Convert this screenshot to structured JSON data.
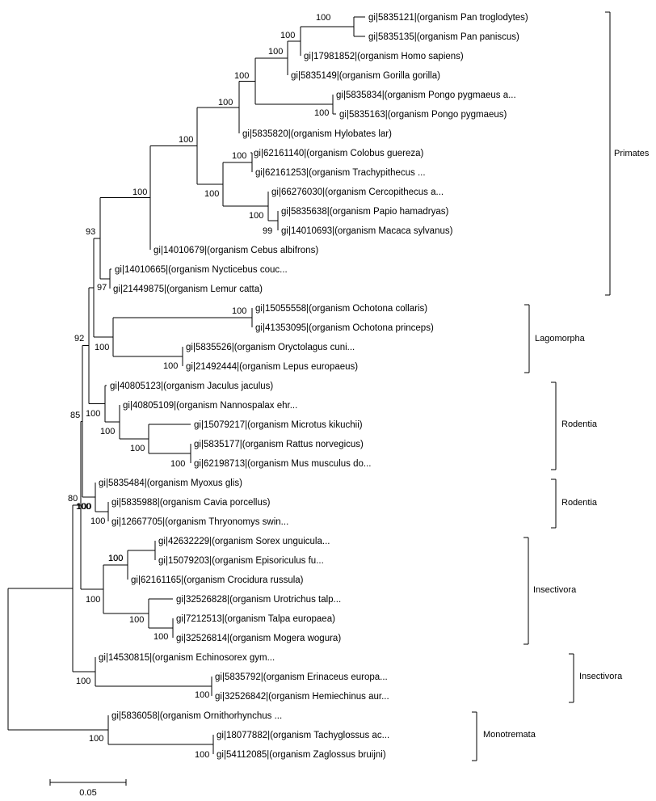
{
  "leaves": [
    {
      "id": "L0",
      "label": "gi|5835121|(organism Pan troglodytes)"
    },
    {
      "id": "L1",
      "label": "gi|5835135|(organism Pan paniscus)"
    },
    {
      "id": "L2",
      "label": "gi|17981852|(organism Homo sapiens)"
    },
    {
      "id": "L3",
      "label": "gi|5835149|(organism Gorilla gorilla)"
    },
    {
      "id": "L4",
      "label": "gi|5835834|(organism Pongo pygmaeus a..."
    },
    {
      "id": "L5",
      "label": "gi|5835163|(organism Pongo pygmaeus)"
    },
    {
      "id": "L6",
      "label": "gi|5835820|(organism Hylobates lar)"
    },
    {
      "id": "L7",
      "label": "gi|62161140|(organism Colobus guereza)"
    },
    {
      "id": "L8",
      "label": "gi|62161253|(organism Trachypithecus ..."
    },
    {
      "id": "L9",
      "label": "gi|66276030|(organism Cercopithecus a..."
    },
    {
      "id": "L10",
      "label": "gi|5835638|(organism Papio hamadryas)"
    },
    {
      "id": "L11",
      "label": "gi|14010693|(organism Macaca sylvanus)"
    },
    {
      "id": "L12",
      "label": "gi|14010679|(organism Cebus albifrons)"
    },
    {
      "id": "L13",
      "label": "gi|14010665|(organism Nycticebus couc..."
    },
    {
      "id": "L14",
      "label": "gi|21449875|(organism Lemur catta)"
    },
    {
      "id": "L15",
      "label": "gi|15055558|(organism Ochotona collaris)"
    },
    {
      "id": "L16",
      "label": "gi|41353095|(organism Ochotona princeps)"
    },
    {
      "id": "L17",
      "label": "gi|5835526|(organism Oryctolagus cuni..."
    },
    {
      "id": "L18",
      "label": "gi|21492444|(organism Lepus europaeus)"
    },
    {
      "id": "L19",
      "label": "gi|40805123|(organism Jaculus jaculus)"
    },
    {
      "id": "L20",
      "label": "gi|40805109|(organism Nannospalax ehr..."
    },
    {
      "id": "L21",
      "label": "gi|15079217|(organism Microtus kikuchii)"
    },
    {
      "id": "L22",
      "label": "gi|5835177|(organism Rattus norvegicus)"
    },
    {
      "id": "L23",
      "label": "gi|62198713|(organism Mus musculus do..."
    },
    {
      "id": "L24",
      "label": "gi|5835484|(organism Myoxus glis)"
    },
    {
      "id": "L25",
      "label": "gi|5835988|(organism Cavia porcellus)"
    },
    {
      "id": "L26",
      "label": "gi|12667705|(organism Thryonomys swin..."
    },
    {
      "id": "L27",
      "label": "gi|42632229|(organism Sorex unguicula..."
    },
    {
      "id": "L28",
      "label": "gi|15079203|(organism Episoriculus fu..."
    },
    {
      "id": "L29",
      "label": "gi|62161165|(organism Crocidura russula)"
    },
    {
      "id": "L30",
      "label": "gi|32526828|(organism Urotrichus talp..."
    },
    {
      "id": "L31",
      "label": "gi|7212513|(organism Talpa europaea)"
    },
    {
      "id": "L32",
      "label": "gi|32526814|(organism Mogera wogura)"
    },
    {
      "id": "L33",
      "label": "gi|14530815|(organism Echinosorex gym..."
    },
    {
      "id": "L34",
      "label": "gi|5835792|(organism Erinaceus europa..."
    },
    {
      "id": "L35",
      "label": "gi|32526842|(organism Hemiechinus aur..."
    },
    {
      "id": "L36",
      "label": "gi|5836058|(organism Ornithorhynchus ..."
    },
    {
      "id": "L37",
      "label": "gi|18077882|(organism Tachyglossus ac..."
    },
    {
      "id": "L38",
      "label": "gi|54112085|(organism Zaglossus bruijni)"
    }
  ],
  "bootstrap": {
    "chimp_bonobo": "100",
    "homininae": "100",
    "hominidae_core": "100",
    "pongo": "100",
    "great_apes": "100",
    "hominoidea": "100",
    "colobinae": "100",
    "papio_macaca": "99",
    "cercopithecinae": "100",
    "cercopithecidae": "100",
    "catarrhini": "100",
    "anthropoidea": "100",
    "strepsirrhini": "97",
    "primates": "93",
    "ochotona": "100",
    "leporidae": "100",
    "lagomorpha": "100",
    "glires": "92",
    "murinae": "100",
    "muroidea": "100",
    "myomorpha": "100",
    "rodentia1": "100",
    "cavia_thryonomys": "100",
    "rodentia2": "100",
    "rodent_clade": "85",
    "soricidae": "100",
    "soricidae_all": "100",
    "talpa_mogera": "100",
    "talpidae": "100",
    "insectivora1": "100",
    "hemiechinus_erinaceus": "100",
    "erinaceidae": "100",
    "eutheria": "80",
    "insectivora_group": "100",
    "zaglossus_tachyglossus": "100",
    "monotremata": "100"
  },
  "groups": [
    {
      "id": "primates",
      "label": "Primates"
    },
    {
      "id": "lagomorpha",
      "label": "Lagomorpha"
    },
    {
      "id": "rodentia_a",
      "label": "Rodentia"
    },
    {
      "id": "rodentia_b",
      "label": "Rodentia"
    },
    {
      "id": "insectivora_a",
      "label": "Insectivora"
    },
    {
      "id": "insectivora_b",
      "label": "Insectivora"
    },
    {
      "id": "monotremata",
      "label": "Monotremata"
    }
  ],
  "scale_bar": {
    "label": "0.05",
    "value": 0.05
  }
}
